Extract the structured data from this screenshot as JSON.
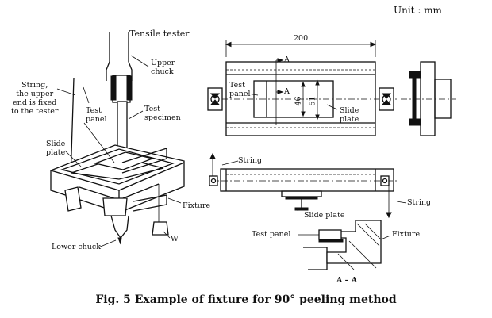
{
  "unit_label": "Unit : mm",
  "caption": "Fig. 5   Example of fixture for 90° peeling method",
  "left_view": {
    "title": "Tensile tester",
    "labels": {
      "upper_chuck": "Upper\nchuck",
      "string": "String,\nthe upper\nend is fixed\nto the tester",
      "test_panel": "Test\npanel",
      "test_specimen": "Test\nspecimen",
      "slide_plate": "Slide\nplate",
      "fixture": "Fixture",
      "lower_chuck": "Lower chuck",
      "weight": "W"
    }
  },
  "top_view": {
    "dim_width": "200",
    "dim_46": "46",
    "dim_51": "51",
    "section_marker": "A",
    "labels": {
      "test_panel": "Test\npanel",
      "slide_plate": "Slide\nplate"
    }
  },
  "front_view": {
    "labels": {
      "string_left": "String",
      "string_right": "String",
      "slide_plate": "Slide plate"
    }
  },
  "section_view": {
    "labels": {
      "test_panel": "Test panel",
      "fixture": "Fixture",
      "section_title": "A – A"
    }
  }
}
